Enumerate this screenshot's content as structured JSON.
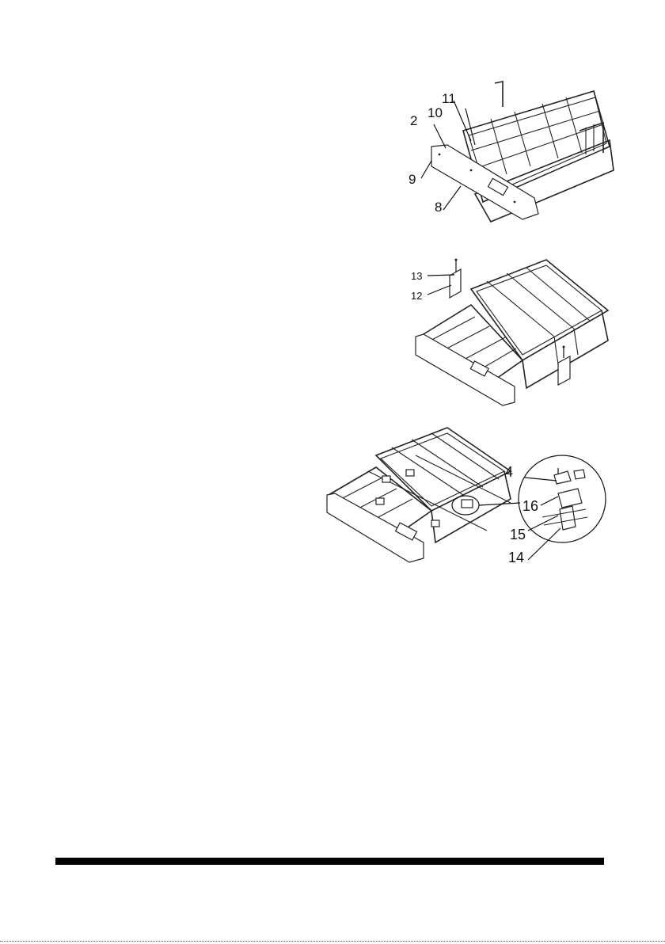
{
  "figure1": {
    "callouts": [
      {
        "id": "11",
        "text": "11"
      },
      {
        "id": "10",
        "text": "10"
      },
      {
        "id": "2",
        "text": "2"
      },
      {
        "id": "9",
        "text": "9"
      },
      {
        "id": "8",
        "text": "8"
      }
    ]
  },
  "figure2": {
    "callouts": [
      {
        "id": "13",
        "text": "13"
      },
      {
        "id": "12",
        "text": "12"
      }
    ]
  },
  "figure3": {
    "callouts": [
      {
        "id": "4",
        "text": "4"
      },
      {
        "id": "16",
        "text": "16"
      },
      {
        "id": "15",
        "text": "15"
      },
      {
        "id": "14",
        "text": "14"
      }
    ]
  }
}
